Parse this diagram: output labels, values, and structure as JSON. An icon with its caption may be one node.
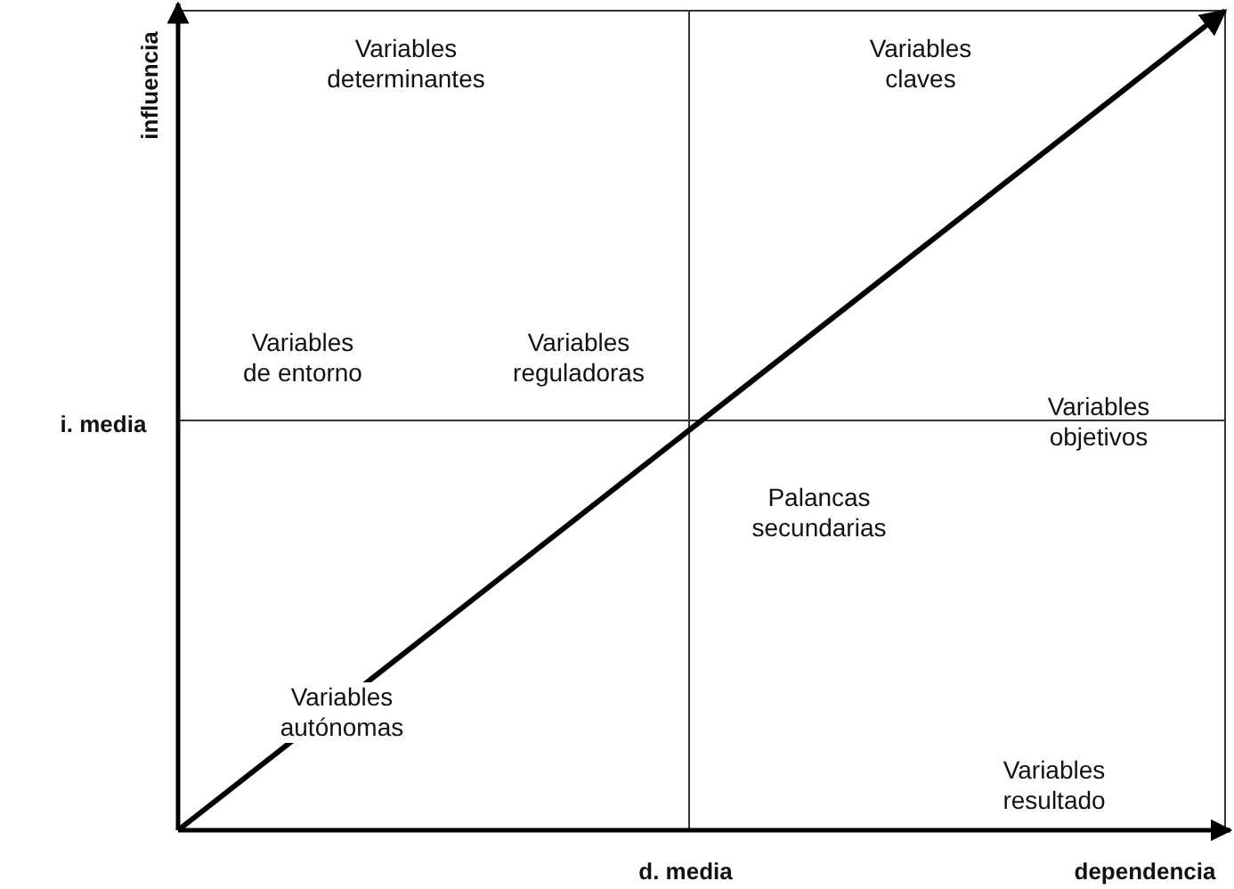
{
  "diagram": {
    "labels": [
      "influencia",
      "Variables determinantes",
      "Variables claves",
      "Variables de entorno",
      "Variables reguladoras",
      "i. media",
      "Variables objetivos",
      "Palancas secundarias",
      "Variables autónomas",
      "Variables resultado",
      "d. media",
      "dependencia"
    ]
  }
}
